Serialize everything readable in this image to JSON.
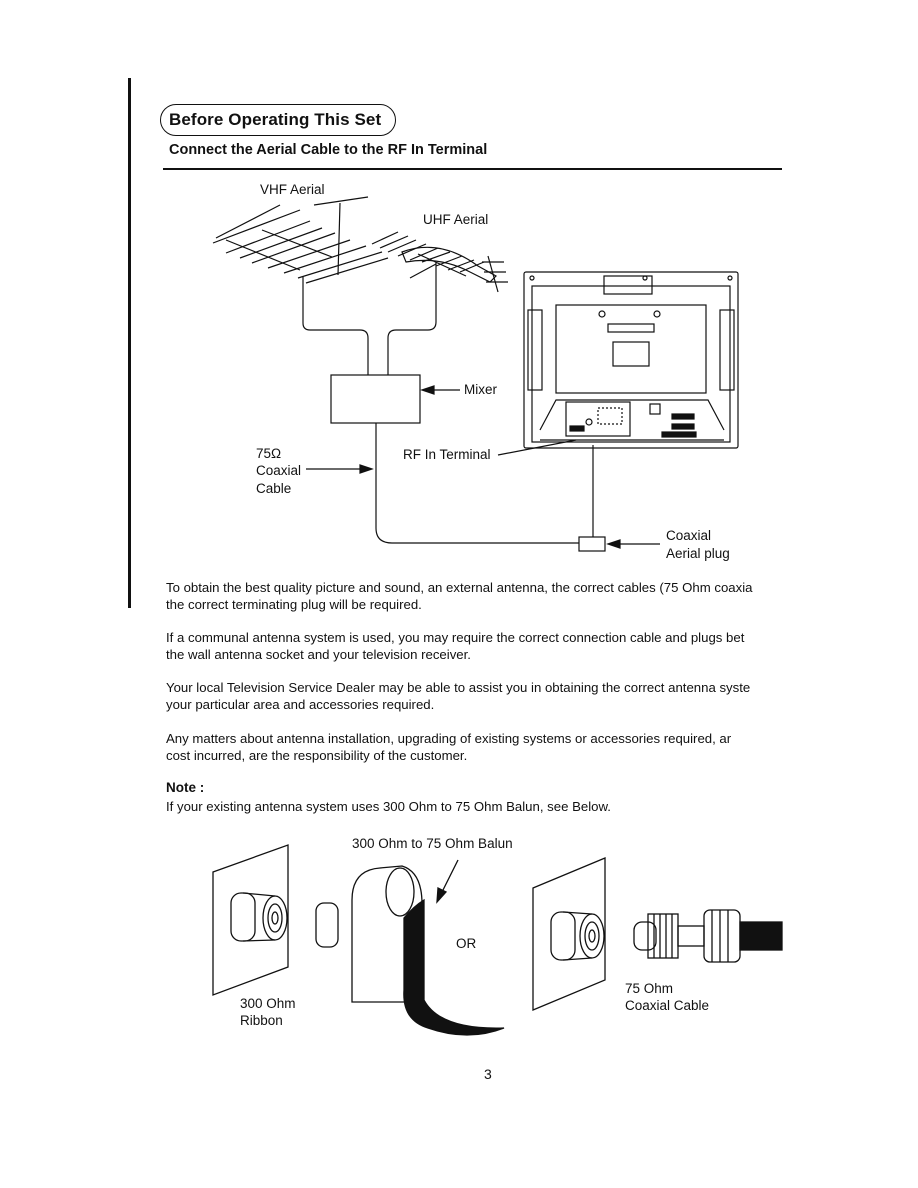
{
  "section": {
    "title": "Before Operating This Set"
  },
  "subheading": "Connect the Aerial Cable to the RF In Terminal",
  "diagram": {
    "vhf_aerial": "VHF Aerial",
    "uhf_aerial": "UHF Aerial",
    "mixer": "Mixer",
    "coax_line1": "75Ω",
    "coax_line2": "Coaxial",
    "coax_line3": "Cable",
    "rf_in_terminal": "RF In Terminal",
    "plug_line1": "Coaxial",
    "plug_line2": "Aerial plug"
  },
  "paragraphs": [
    {
      "line1": "To obtain the best quality picture and sound, an external antenna, the correct cables (75 Ohm coaxia",
      "line2": "the correct terminating plug will be required."
    },
    {
      "line1": "If a communal antenna system is used, you may require the correct connection cable and plugs bet",
      "line2": "the wall antenna socket and your television receiver."
    },
    {
      "line1": "Your local Television Service Dealer may be able to assist you in obtaining the correct antenna systе",
      "line2": "your particular area and accessories required."
    },
    {
      "line1": "Any matters about antenna installation, upgrading of existing systems or accessories required, ar",
      "line2": "cost incurred, are the responsibility of the customer."
    }
  ],
  "note": {
    "title": "Note :",
    "text": "If your existing antenna system uses 300 Ohm to 75 Ohm Balun, see Below."
  },
  "balun": {
    "caption": "300 Ohm to 75 Ohm Balun",
    "ribbon_line1": "300 Ohm",
    "ribbon_line2": "Ribbon",
    "or": "OR",
    "coax_line1": "75 Ohm",
    "coax_line2": "Coaxial Cable"
  },
  "page_number": "3"
}
